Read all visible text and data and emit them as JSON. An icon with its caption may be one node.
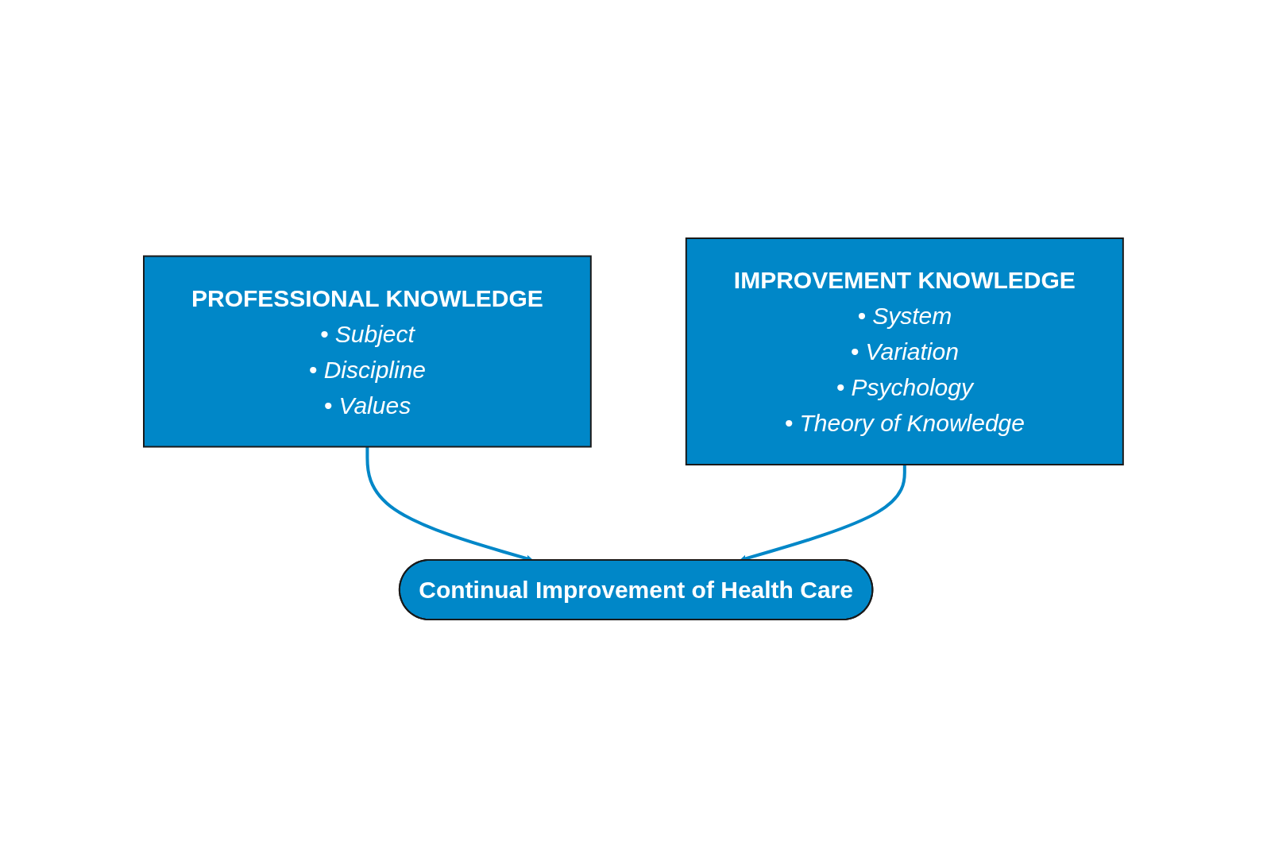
{
  "diagram": {
    "nodes": [
      {
        "text": [
          "PROFESSIONAL KNOWLEDGE",
          "• Subject",
          "• Discipline",
          "• Values"
        ]
      },
      {
        "text": [
          "IMPROVEMENT KNOWLEDGE",
          "• System",
          "• Variation",
          "• Psychology",
          "• Theory of Knowledge"
        ]
      },
      {
        "text": [
          "Continual Improvement of Health Care"
        ]
      }
    ],
    "edges": [
      {
        "from": 0,
        "to": 2,
        "arrow": "to"
      },
      {
        "from": 1,
        "to": 2,
        "arrow": "to"
      }
    ]
  }
}
